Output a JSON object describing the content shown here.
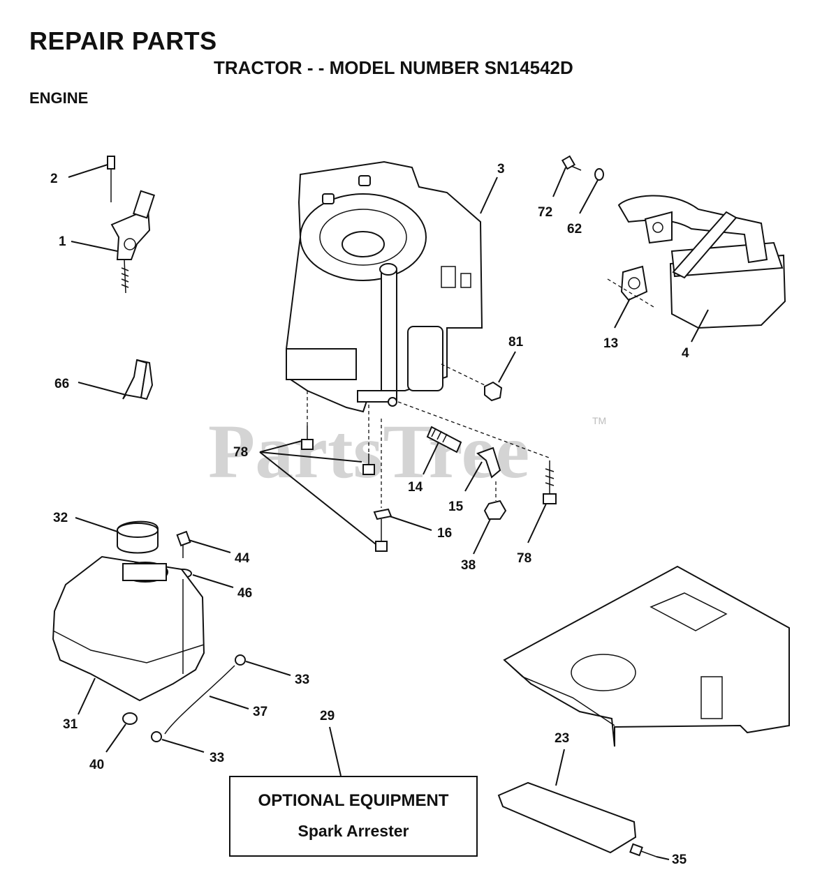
{
  "header": {
    "title": "REPAIR PARTS",
    "subtitle": "TRACTOR - - MODEL NUMBER SN14542D",
    "section": "ENGINE"
  },
  "watermark": {
    "text": "PartsTree",
    "mark": "TM"
  },
  "optional_box": {
    "title": "OPTIONAL EQUIPMENT",
    "item": "Spark Arrester"
  },
  "callouts": [
    {
      "id": "c2",
      "label": "2"
    },
    {
      "id": "c1",
      "label": "1"
    },
    {
      "id": "c66",
      "label": "66"
    },
    {
      "id": "c3",
      "label": "3"
    },
    {
      "id": "c72",
      "label": "72"
    },
    {
      "id": "c62",
      "label": "62"
    },
    {
      "id": "c13",
      "label": "13"
    },
    {
      "id": "c4",
      "label": "4"
    },
    {
      "id": "c81",
      "label": "81"
    },
    {
      "id": "c78a",
      "label": "78"
    },
    {
      "id": "c14",
      "label": "14"
    },
    {
      "id": "c15",
      "label": "15"
    },
    {
      "id": "c16",
      "label": "16"
    },
    {
      "id": "c38",
      "label": "38"
    },
    {
      "id": "c78b",
      "label": "78"
    },
    {
      "id": "c32",
      "label": "32"
    },
    {
      "id": "c44",
      "label": "44"
    },
    {
      "id": "c46",
      "label": "46"
    },
    {
      "id": "c33a",
      "label": "33"
    },
    {
      "id": "c37",
      "label": "37"
    },
    {
      "id": "c31",
      "label": "31"
    },
    {
      "id": "c40",
      "label": "40"
    },
    {
      "id": "c33b",
      "label": "33"
    },
    {
      "id": "c29",
      "label": "29"
    },
    {
      "id": "c23",
      "label": "23"
    },
    {
      "id": "c35",
      "label": "35"
    }
  ]
}
